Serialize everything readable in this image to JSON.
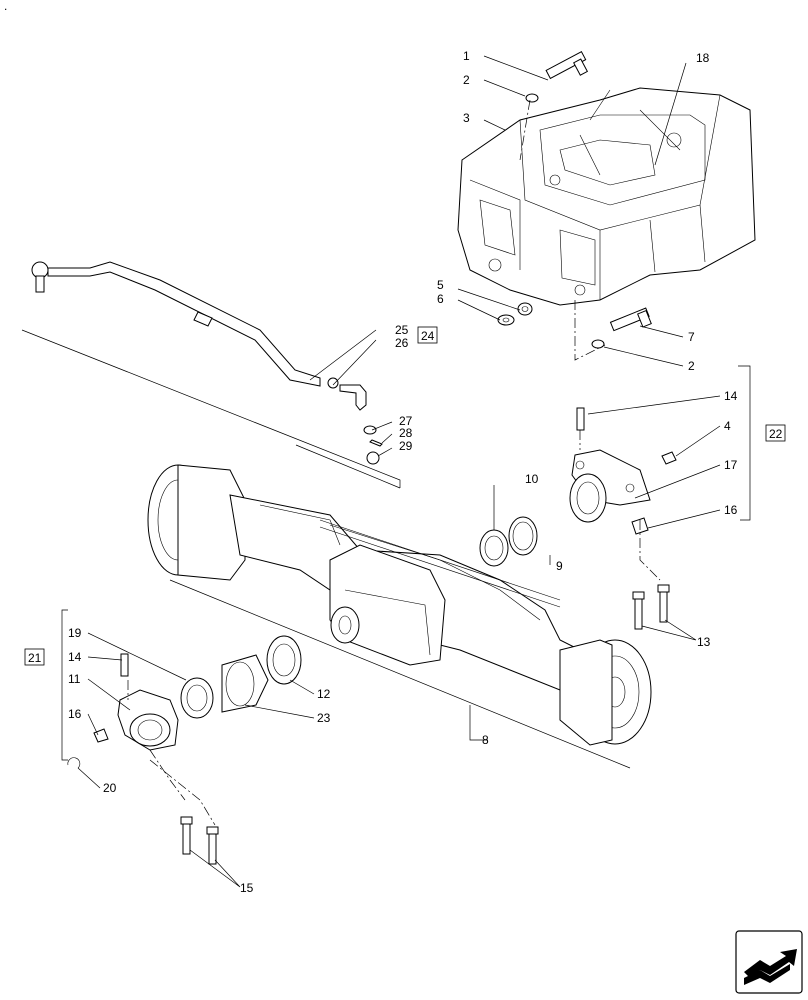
{
  "corner_mark": ".",
  "callouts": {
    "c1": "1",
    "c2a": "2",
    "c2b": "2",
    "c3": "3",
    "c4": "4",
    "c5": "5",
    "c6": "6",
    "c7": "7",
    "c8": "8",
    "c9": "9",
    "c10": "10",
    "c11": "11",
    "c12": "12",
    "c13": "13",
    "c14a": "14",
    "c14b": "14",
    "c15": "15",
    "c16a": "16",
    "c16b": "16",
    "c17": "17",
    "c18": "18",
    "c19": "19",
    "c20": "20",
    "c23": "23",
    "c25": "25",
    "c26": "26",
    "c27": "27",
    "c28": "28",
    "c29": "29"
  },
  "boxed_callouts": {
    "b21": "21",
    "b22": "22",
    "b24": "24"
  },
  "nav_icon": "next-page-arrow-icon"
}
